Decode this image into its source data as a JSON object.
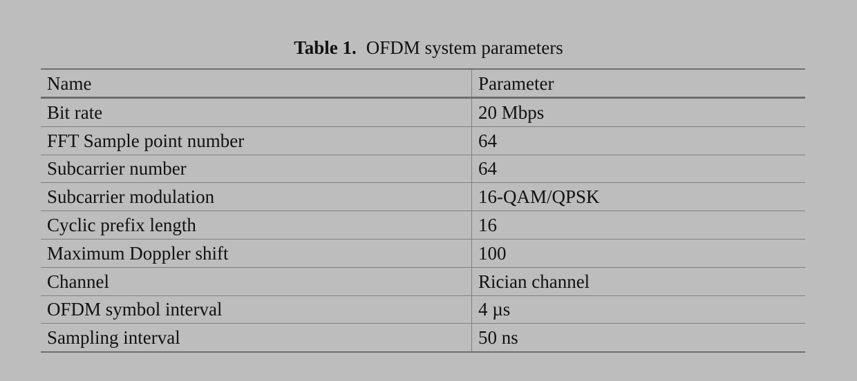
{
  "caption": {
    "label": "Table 1.",
    "text": "OFDM system parameters"
  },
  "table": {
    "headers": [
      "Name",
      "Parameter"
    ],
    "rows": [
      [
        "Bit rate",
        "20 Mbps"
      ],
      [
        "FFT Sample point number",
        "64"
      ],
      [
        "Subcarrier number",
        "64"
      ],
      [
        "Subcarrier modulation",
        "16-QAM/QPSK"
      ],
      [
        "Cyclic prefix length",
        "16"
      ],
      [
        "Maximum Doppler shift",
        "100"
      ],
      [
        "Channel",
        "Rician channel"
      ],
      [
        "OFDM symbol interval",
        "4 µs"
      ],
      [
        "Sampling interval",
        "50 ns"
      ]
    ]
  }
}
